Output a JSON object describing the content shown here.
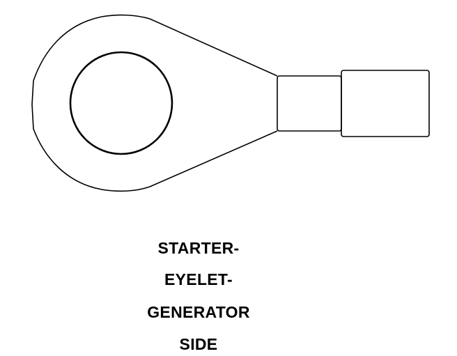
{
  "caption": {
    "line1": "STARTER-",
    "line2": "EYELET-",
    "line3": "GENERATOR",
    "line4": "SIDE"
  },
  "colors": {
    "stroke": "#000000",
    "background": "#ffffff"
  }
}
